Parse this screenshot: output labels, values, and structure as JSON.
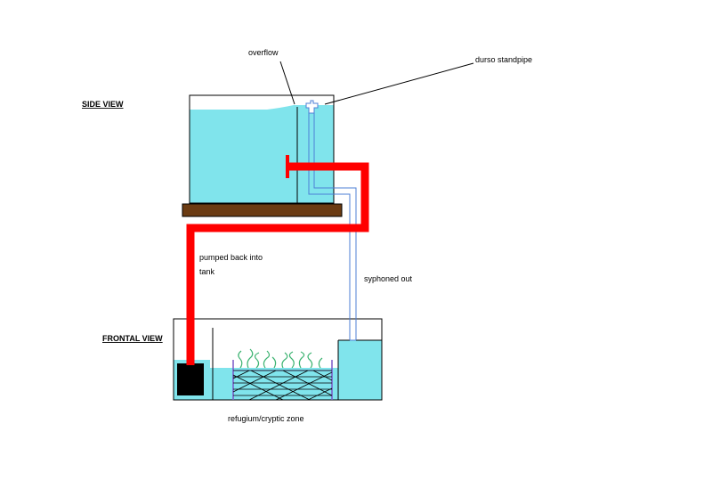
{
  "labels": {
    "side_view": "SIDE VIEW",
    "frontal_view": "FRONTAL VIEW",
    "overflow": "overflow",
    "durso_standpipe": "durso standpipe",
    "pumped_back_line1": "pumped back into",
    "pumped_back_line2": "tank",
    "syphoned_out": "syphoned out",
    "refugium": "refugium/cryptic zone"
  },
  "colors": {
    "water": "#80e4ec",
    "return_pipe": "#ff0000",
    "siphon_pipe": "#4d7fd6",
    "stand": "#6b3b12",
    "pump": "#000000",
    "macroalgae": "#3cb371",
    "outline": "#000000"
  }
}
